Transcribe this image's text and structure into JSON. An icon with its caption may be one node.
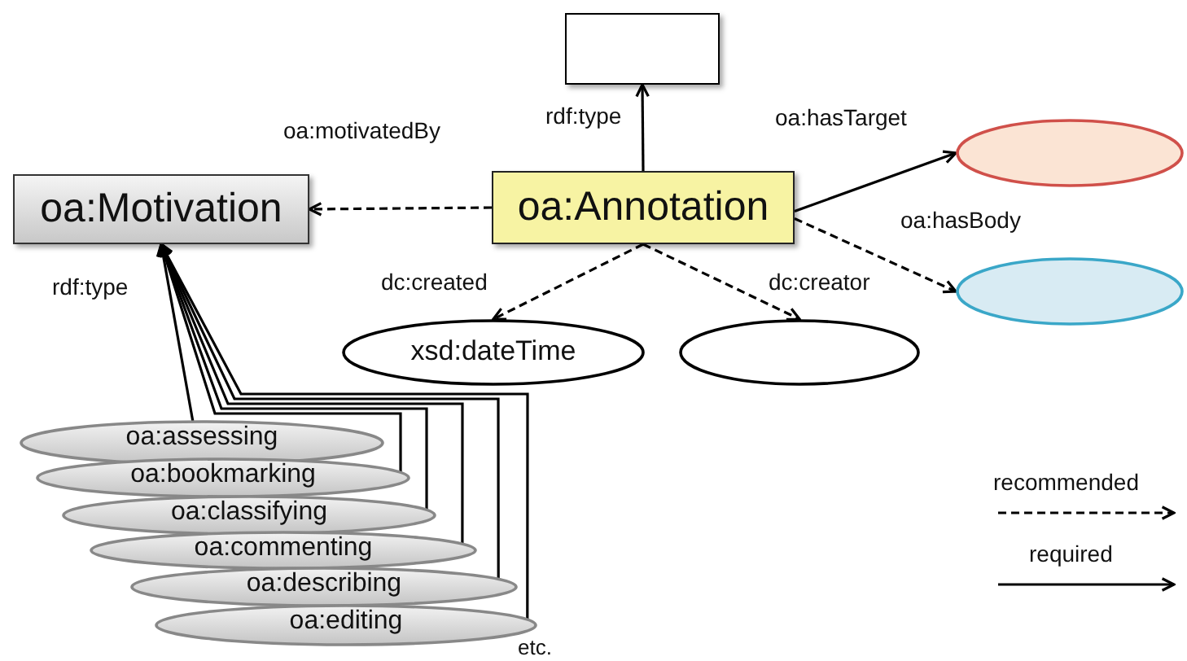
{
  "diagram": {
    "nodes": [
      {
        "text": [],
        "shape": "box"
      },
      {
        "text": [
          "oa:Annotation"
        ]
      },
      {
        "text": [
          "oa:Motivation"
        ]
      },
      {
        "text": [],
        "shape": "ellipse"
      },
      {
        "text": [],
        "shape": "ellipse"
      },
      {
        "text": [
          "xsd:dateTime"
        ]
      },
      {
        "text": [],
        "shape": "ellipse"
      },
      {
        "text": [
          "oa:assessing"
        ]
      },
      {
        "text": [
          "oa:bookmarking"
        ]
      },
      {
        "text": [
          "oa:classifying"
        ]
      },
      {
        "text": [
          "oa:commenting"
        ]
      },
      {
        "text": [
          "oa:describing"
        ]
      },
      {
        "text": [
          "oa:editing"
        ]
      }
    ],
    "edges": [
      {
        "from": 1,
        "to": 0,
        "arrow": "to",
        "label": "rdf:type"
      },
      {
        "from": 1,
        "to": 2,
        "arrow": "to",
        "label": "oa:motivatedBy",
        "style": "dashed"
      },
      {
        "from": 1,
        "to": 3,
        "arrow": "to",
        "label": "oa:hasTarget"
      },
      {
        "from": 1,
        "to": 4,
        "arrow": "to",
        "label": "oa:hasBody",
        "style": "dashed"
      },
      {
        "from": 1,
        "to": 5,
        "arrow": "to",
        "label": "dc:created",
        "style": "dashed"
      },
      {
        "from": 1,
        "to": 6,
        "arrow": "to",
        "label": "dc:creator",
        "style": "dashed"
      },
      {
        "from": 7,
        "to": 2,
        "arrow": "to",
        "label": "rdf:type"
      },
      {
        "from": 8,
        "to": 2,
        "arrow": "to"
      },
      {
        "from": 9,
        "to": 2,
        "arrow": "to"
      },
      {
        "from": 10,
        "to": 2,
        "arrow": "to"
      },
      {
        "from": 11,
        "to": 2,
        "arrow": "to"
      },
      {
        "from": 12,
        "to": 2,
        "arrow": "to"
      }
    ],
    "labels": [
      "etc."
    ],
    "legend": [
      {
        "text": "recommended"
      },
      {
        "text": "required"
      }
    ]
  }
}
